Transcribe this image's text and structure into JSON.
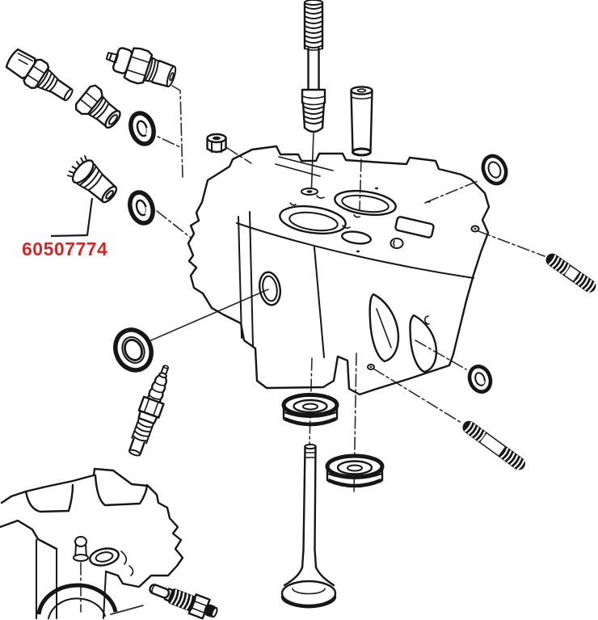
{
  "diagram": {
    "kind": "exploded-parts-diagram",
    "subject": "engine cylinder head assembly",
    "background_color": "#ffffff",
    "line_color": "#161616"
  },
  "label": {
    "part_number": "60507774",
    "color": "#cc2a28"
  },
  "parts": [
    {
      "name": "temperature-sensor",
      "location": "top-left"
    },
    {
      "name": "thermo-switch",
      "location": "top-left"
    },
    {
      "name": "hex-plug",
      "location": "upper-left"
    },
    {
      "name": "seal-washer-upper",
      "location": "upper-left"
    },
    {
      "name": "threaded-plug",
      "location": "left",
      "part_number": "60507774"
    },
    {
      "name": "seal-washer-lower",
      "location": "left"
    },
    {
      "name": "adjusting-stud",
      "location": "top-center"
    },
    {
      "name": "valve-guide",
      "location": "top-center"
    },
    {
      "name": "hex-nut",
      "location": "center-left"
    },
    {
      "name": "cup-plug",
      "location": "top-right"
    },
    {
      "name": "stud-upper",
      "location": "right"
    },
    {
      "name": "sealing-grommet",
      "location": "right"
    },
    {
      "name": "stud-lower",
      "location": "lower-right"
    },
    {
      "name": "cylinder-head",
      "location": "center"
    },
    {
      "name": "valve-stem-seal-front",
      "location": "bottom-center"
    },
    {
      "name": "valve-stem-seal-rear",
      "location": "bottom-center"
    },
    {
      "name": "valve",
      "location": "bottom-center"
    },
    {
      "name": "o-ring-seal",
      "location": "center-left"
    },
    {
      "name": "spark-plug",
      "location": "lower-left"
    },
    {
      "name": "cylinder-head-side-view",
      "location": "bottom-left"
    },
    {
      "name": "glow-plug",
      "location": "bottom"
    }
  ]
}
